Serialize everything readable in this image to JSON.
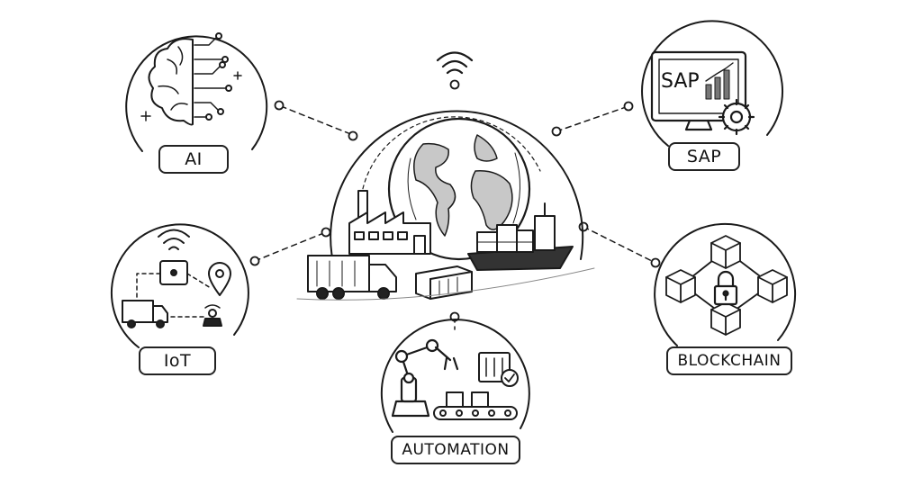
{
  "nodes": {
    "ai": {
      "label": "AI"
    },
    "sap": {
      "label": "SAP",
      "screen_text": "SAP"
    },
    "iot": {
      "label": "IoT"
    },
    "blockchain": {
      "label": "BLOCKCHAIN"
    },
    "automation": {
      "label": "AUTOMATION"
    }
  },
  "colors": {
    "ink": "#1a1a1a",
    "paper": "#ffffff",
    "shade": "#9a9a9a"
  },
  "icons": [
    "brain-circuit-icon",
    "computer-monitor-icon",
    "gear-icon",
    "wifi-icon",
    "location-pin-icon",
    "truck-icon",
    "sensor-icon",
    "cube-network-icon",
    "padlock-icon",
    "robot-arm-icon",
    "conveyor-belt-icon",
    "control-panel-icon",
    "globe-icon",
    "factory-icon",
    "cargo-ship-icon",
    "shipping-container-icon"
  ]
}
